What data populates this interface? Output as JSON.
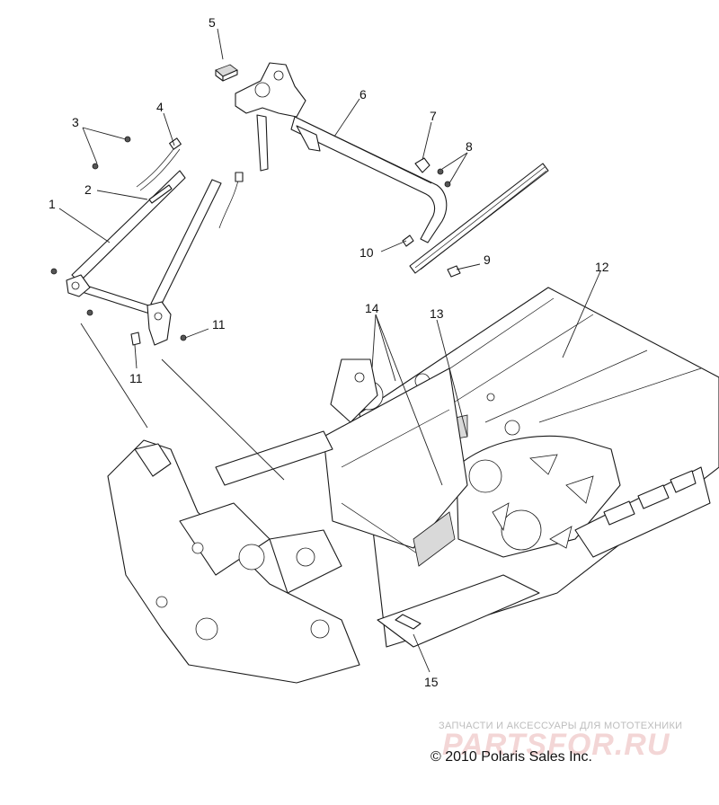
{
  "callouts": [
    "1",
    "2",
    "3",
    "4",
    "5",
    "6",
    "7",
    "8",
    "9",
    "10",
    "11",
    "11",
    "12",
    "13",
    "14",
    "15"
  ],
  "copyright": "© 2010 Polaris Sales Inc.",
  "watermark": {
    "text": "ЗАПЧАСТИ И АКСЕССУАРЫ ДЛЯ МОТОТЕХНИКИ",
    "logo": "PARTSFOR.RU"
  },
  "colors": {
    "line": "#1a1a1a",
    "watermark_logo": "#f3d6d6"
  }
}
